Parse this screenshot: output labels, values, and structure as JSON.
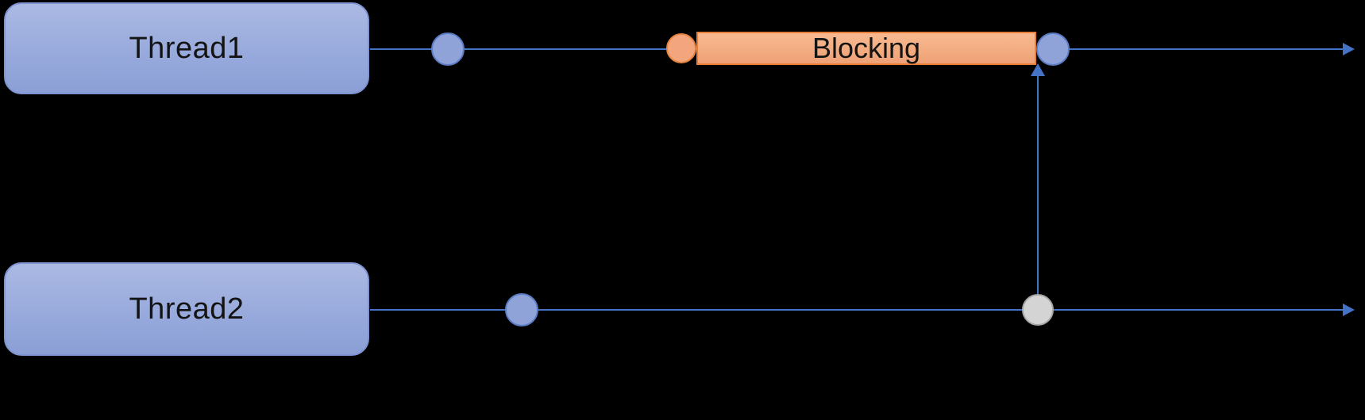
{
  "diagram": {
    "background_color": "#000000",
    "connector_color": "#4472c4",
    "threads": [
      {
        "label": "Thread1"
      },
      {
        "label": "Thread2"
      }
    ],
    "blocking_bar": {
      "label": "Blocking",
      "border_color": "#e87e39",
      "fill_top": "#f8b990",
      "fill_bottom": "#efa077"
    },
    "event_markers": {
      "thread1": [
        "blue-circle",
        "orange-circle",
        "blue-circle"
      ],
      "thread2": [
        "blue-circle",
        "gray-circle"
      ]
    },
    "colors": {
      "thread_box_fill_top": "#abb9e3",
      "thread_box_fill_bottom": "#8b9fd6",
      "thread_box_border": "#7f95d1",
      "event_circle_fill": "#8fa3d8",
      "event_circle_border": "#5b7cc4",
      "orange_circle_fill": "#f3a67d",
      "orange_circle_border": "#e8833e",
      "gray_circle_fill": "#d4d4d4",
      "gray_circle_border": "#a6a6a6"
    }
  }
}
